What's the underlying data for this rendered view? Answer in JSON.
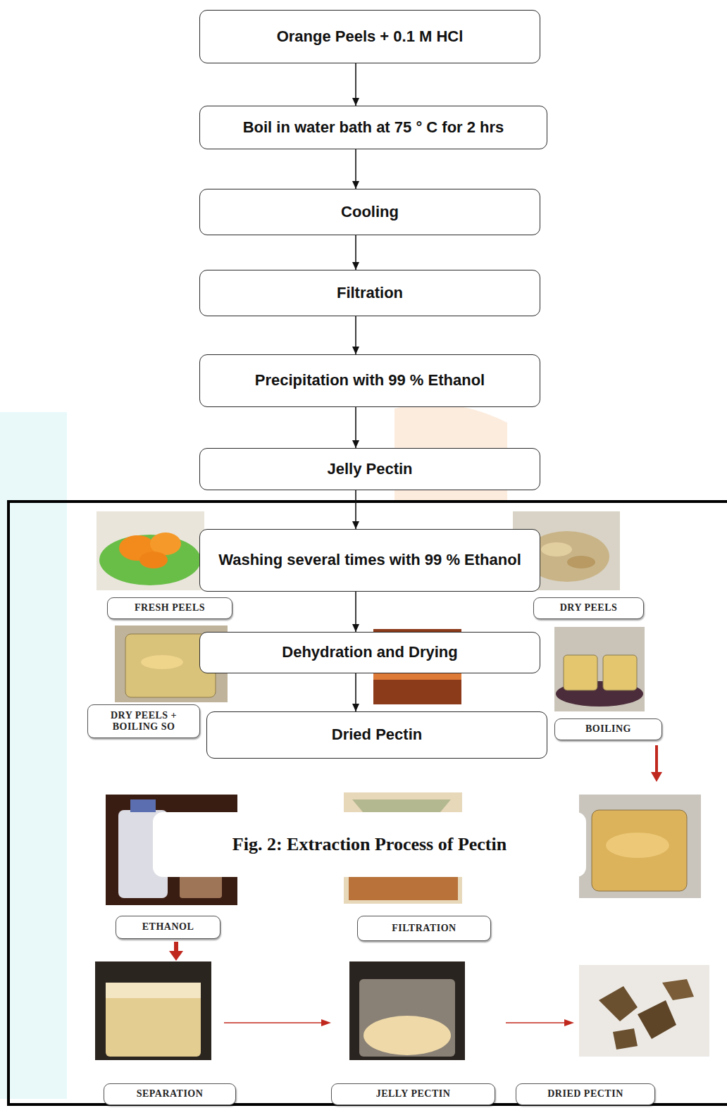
{
  "diagram": {
    "caption": "Fig. 2: Extraction Process of Pectin",
    "nodes": [
      {
        "text": [
          "Orange Peels + 0.1 M HCl"
        ]
      },
      {
        "text": [
          "Boil in water bath at 75 ° C for 2 hrs"
        ]
      },
      {
        "text": [
          "Cooling"
        ]
      },
      {
        "text": [
          "Filtration"
        ]
      },
      {
        "text": [
          "Precipitation with 99 % Ethanol"
        ]
      },
      {
        "text": [
          "Jelly Pectin"
        ]
      },
      {
        "text": [
          "Washing several times with 99 % Ethanol"
        ]
      },
      {
        "text": [
          "Dehydration and Drying"
        ]
      },
      {
        "text": [
          "Dried Pectin"
        ]
      },
      {
        "text": [
          "FRESH PEELS"
        ]
      },
      {
        "text": [
          "DRY PEELS"
        ]
      },
      {
        "text": [
          "DRY PEELS + BOILING SO"
        ]
      },
      {
        "text": [
          "BOILING"
        ]
      },
      {
        "text": [
          "ETHANOL"
        ]
      },
      {
        "text": [
          "FILTRATION"
        ]
      },
      {
        "text": [
          "SEPARATION"
        ]
      },
      {
        "text": [
          "JELLY PECTIN"
        ]
      },
      {
        "text": [
          "DRIED PECTIN"
        ]
      }
    ],
    "edges": [
      {
        "from": 0,
        "to": 1,
        "arrow": "to"
      },
      {
        "from": 1,
        "to": 2,
        "arrow": "to"
      },
      {
        "from": 2,
        "to": 3,
        "arrow": "to"
      },
      {
        "from": 3,
        "to": 4,
        "arrow": "to"
      },
      {
        "from": 4,
        "to": 5,
        "arrow": "to"
      },
      {
        "from": 5,
        "to": 6,
        "arrow": "to"
      },
      {
        "from": 6,
        "to": 7,
        "arrow": "to"
      },
      {
        "from": 7,
        "to": 8,
        "arrow": "to"
      }
    ]
  }
}
